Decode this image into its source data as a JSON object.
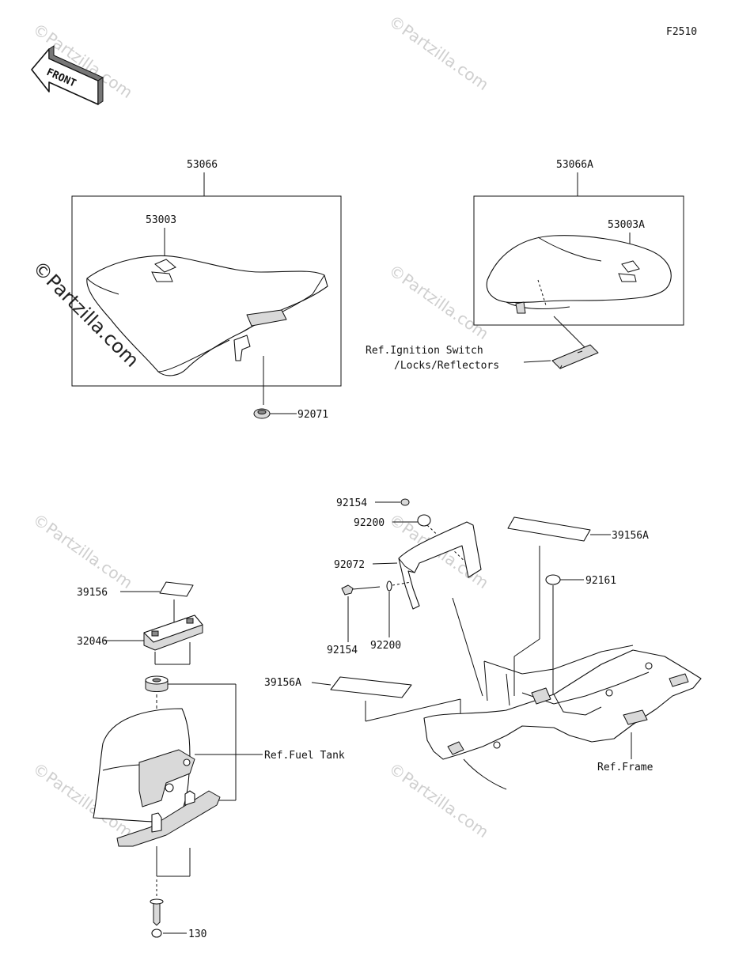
{
  "figure_code": "F2510",
  "front_label": "FRONT",
  "watermark": "©Partzilla.com",
  "part_labels": {
    "p53066": "53066",
    "p53066A": "53066A",
    "p53003": "53003",
    "p53003A": "53003A",
    "p92071": "92071",
    "p92154_top": "92154",
    "p92200_top": "92200",
    "p92072": "92072",
    "p92154_bottom": "92154",
    "p92200_bottom": "92200",
    "p39156A_right": "39156A",
    "p92161": "92161",
    "p39156A_left": "39156A",
    "p39156": "39156",
    "p32046": "32046",
    "p130": "130"
  },
  "ref_labels": {
    "ignition_line1": "Ref.Ignition Switch",
    "ignition_line2": "/Locks/Reflectors",
    "fuel_tank": "Ref.Fuel Tank",
    "frame": "Ref.Frame"
  }
}
